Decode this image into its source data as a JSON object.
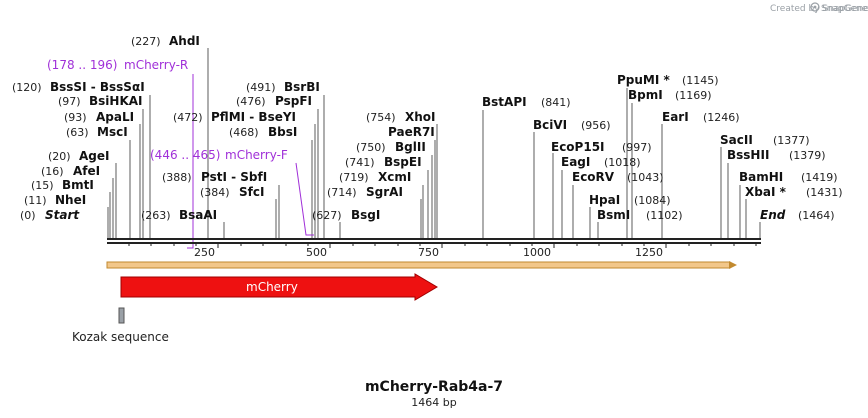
{
  "credit": "Created by SnapGene",
  "title": "mCherry-Rab4a-7",
  "length_label": "1464 bp",
  "ticks": [
    "250",
    "500",
    "750",
    "1000",
    "1250"
  ],
  "features": {
    "mcherry": "mCherry",
    "kozak": "Kozak sequence"
  },
  "primers": [
    {
      "pos": "(178 .. 196)",
      "name": "mCherry-R"
    },
    {
      "pos": "(446 .. 465)",
      "name": "mCherry-F"
    }
  ],
  "sites_left": [
    {
      "pos": "(227)",
      "name": "AhdI"
    },
    {
      "pos": "(120)",
      "name": "BssSI - BssSαI"
    },
    {
      "pos": "(97)",
      "name": "BsiHKAI"
    },
    {
      "pos": "(93)",
      "name": "ApaLI"
    },
    {
      "pos": "(63)",
      "name": "MscI"
    },
    {
      "pos": "(20)",
      "name": "AgeI"
    },
    {
      "pos": "(16)",
      "name": "AfeI"
    },
    {
      "pos": "(15)",
      "name": "BmtI"
    },
    {
      "pos": "(11)",
      "name": "NheI"
    },
    {
      "pos": "(0)",
      "name": "Start"
    },
    {
      "pos": "(263)",
      "name": "BsaAI"
    }
  ],
  "sites_mid": [
    {
      "pos": "(491)",
      "name": "BsrBI"
    },
    {
      "pos": "(476)",
      "name": "PspFI"
    },
    {
      "pos": "(472)",
      "name": "PflMI - BseYI"
    },
    {
      "pos": "(468)",
      "name": "BbsI"
    },
    {
      "pos": "(388)",
      "name": "PstI - SbfI"
    },
    {
      "pos": "(384)",
      "name": "SfcI"
    },
    {
      "pos": "(627)",
      "name": "BsgI"
    },
    {
      "pos": "(754)",
      "name": "XhoI"
    },
    {
      "pos": "",
      "name": "PaeR7I"
    },
    {
      "pos": "(750)",
      "name": "BglII"
    },
    {
      "pos": "(741)",
      "name": "BspEI"
    },
    {
      "pos": "(719)",
      "name": "XcmI"
    },
    {
      "pos": "(714)",
      "name": "SgrAI"
    },
    {
      "pos": "(841)",
      "name": "BstAPI"
    }
  ],
  "sites_right": [
    {
      "pos": "(1145)",
      "name": "PpuMI *"
    },
    {
      "pos": "(1169)",
      "name": "BpmI"
    },
    {
      "pos": "(1246)",
      "name": "EarI"
    },
    {
      "pos": "(956)",
      "name": "BciVI"
    },
    {
      "pos": "(997)",
      "name": "EcoP15I"
    },
    {
      "pos": "(1018)",
      "name": "EagI"
    },
    {
      "pos": "(1043)",
      "name": "EcoRV"
    },
    {
      "pos": "(1084)",
      "name": "HpaI"
    },
    {
      "pos": "(1102)",
      "name": "BsmI"
    },
    {
      "pos": "(1377)",
      "name": "SacII"
    },
    {
      "pos": "(1379)",
      "name": "BssHII"
    },
    {
      "pos": "(1419)",
      "name": "BamHI"
    },
    {
      "pos": "(1431)",
      "name": "XbaI *"
    },
    {
      "pos": "(1464)",
      "name": "End"
    }
  ]
}
